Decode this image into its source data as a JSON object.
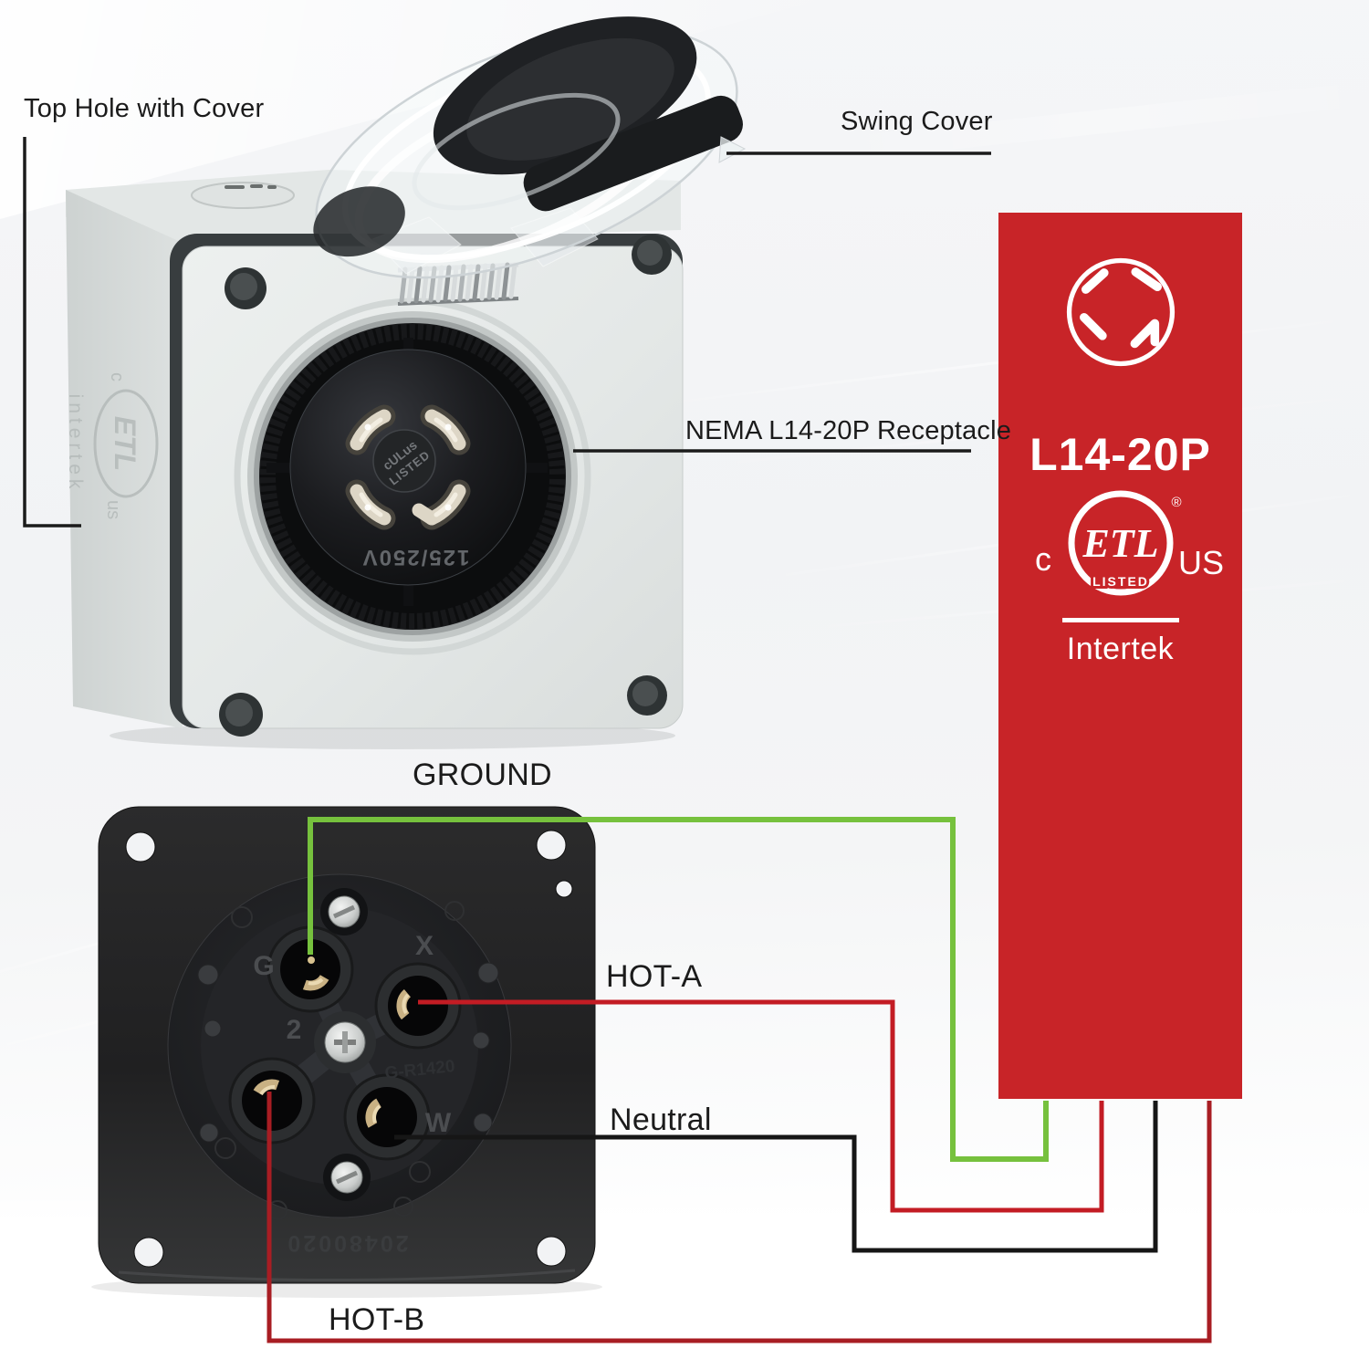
{
  "callouts": {
    "top_hole": "Top Hole with Cover",
    "swing_cover": "Swing Cover",
    "receptacle": "NEMA L14-20P Receptacle"
  },
  "wiring": {
    "ground": {
      "label": "GROUND",
      "color": "#76c13d"
    },
    "hot_a": {
      "label": "HOT-A",
      "color": "#c31c24"
    },
    "neutral": {
      "label": "Neutral",
      "color": "#161616"
    },
    "hot_b": {
      "label": "HOT-B",
      "color": "#a81d23"
    }
  },
  "banner": {
    "model": "L14-20P",
    "pin_icon": "l14-20p-plug-face-icon",
    "etl_mark": {
      "etl": "ETL",
      "listed": "LISTED",
      "c": "c",
      "us": "US",
      "registered": "®",
      "brand": "Intertek"
    }
  },
  "inlet_markings": {
    "agency_line1": "cULus",
    "agency_line2": "LISTED",
    "rating": "125/250V",
    "side_logo_etl": "ETL",
    "side_logo_c": "c",
    "side_logo_us": "us",
    "side_logo_brand": "intertek"
  },
  "flange_markings": {
    "ground_pin": "G",
    "hot_x_pin": "X",
    "numeral": "2",
    "neutral_pin": "W",
    "mold_code": "G-R1420",
    "date_code": "20480020"
  },
  "colors": {
    "background": "#f3f4f6",
    "banner_red": "#c82428",
    "wire_green": "#76c13d",
    "wire_red": "#c31c24",
    "wire_black": "#161616",
    "wire_dark_red": "#a81d23",
    "line_black": "#1b1b1b",
    "box_gray": "#e8eceb",
    "plate_black": "#262628"
  }
}
